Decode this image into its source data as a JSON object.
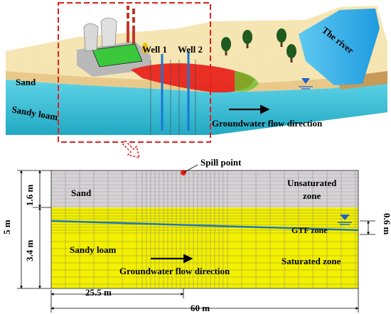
{
  "top": {
    "well1": "Well 1",
    "well2": "Well 2",
    "river": "The river",
    "sand": "Sand",
    "sandy_loam": "Sandy loam",
    "flow": "Groundwater flow direction"
  },
  "bottom": {
    "spill": "Spill point",
    "sand": "Sand",
    "unsat_1": "Unsaturated",
    "unsat_2": "zone",
    "gtf": "GTF zone",
    "sandy_loam": "Sandy loam",
    "flow": "Groundwater flow direction",
    "saturated": "Saturated zone",
    "dim_total_height": "5 m",
    "dim_sand": "1.6 m",
    "dim_loam": "3.4 m",
    "dim_gtf": "0.6 m",
    "dim_spill_x": "25.5 m",
    "dim_width": "60 m"
  },
  "colors": {
    "sand_top": "#f6e6b4",
    "water": "#3cc6dc",
    "plume": "#e8241c",
    "loam_yellow": "#f3f000",
    "unsat_gray": "#d6d2d6",
    "gtf_line": "#1f77b4",
    "dash_red": "#e02020"
  }
}
